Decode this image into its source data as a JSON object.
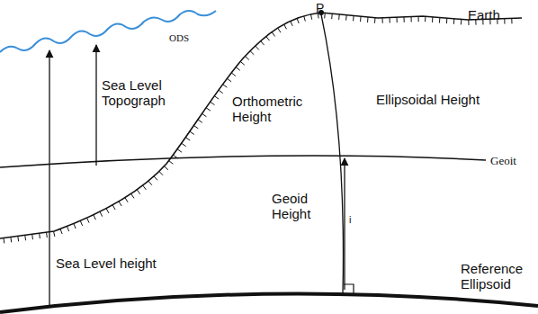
{
  "diagram": {
    "labels": [
      "P",
      "Earth",
      "ODS",
      "Sea Level Topograph",
      "Orthometric Height",
      "Ellipsoidal Height",
      "Geoit",
      "Geoid Height",
      "i",
      "Sea Level height",
      "Reference Ellipsoid"
    ]
  }
}
